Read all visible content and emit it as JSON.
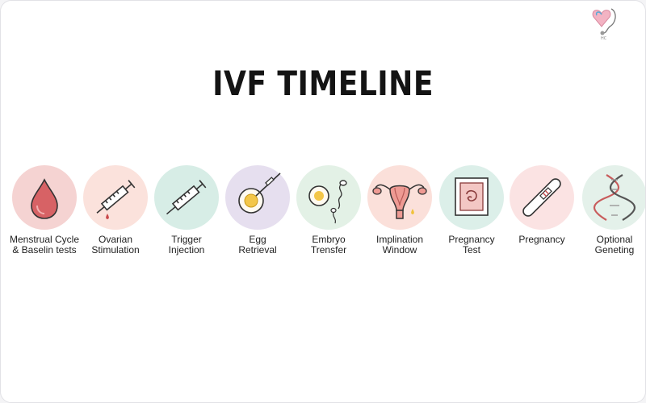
{
  "title": "IVF TIMELINE",
  "logo": {
    "name": "heart-stethoscope-logo",
    "text": "HC"
  },
  "steps": [
    {
      "label": "Menstrual Cycle\n& Baselin tests",
      "icon": "blood-drop-icon",
      "bg": "#f5d3d2"
    },
    {
      "label": "Ovarian\nStimulation",
      "icon": "syringe-icon",
      "bg": "#fbe2dc"
    },
    {
      "label": "Trigger\nInjection",
      "icon": "syringe-icon",
      "bg": "#d7ede6"
    },
    {
      "label": "Egg\nRetrieval",
      "icon": "egg-retrieval-icon",
      "bg": "#e6dfef"
    },
    {
      "label": "Embryo\nTrensfer",
      "icon": "embryo-sperm-icon",
      "bg": "#e3f1e6"
    },
    {
      "label": "Implination\nWindow",
      "icon": "uterus-icon",
      "bg": "#fbe0da"
    },
    {
      "label": "Pregnancy\nTest",
      "icon": "ultrasound-icon",
      "bg": "#dcefe9"
    },
    {
      "label": "Pregnancy",
      "icon": "pregnancy-test-icon",
      "bg": "#fbe3e3"
    },
    {
      "label": "Optional\nGeneting",
      "icon": "dna-icon",
      "bg": "#e4f1ea"
    }
  ]
}
